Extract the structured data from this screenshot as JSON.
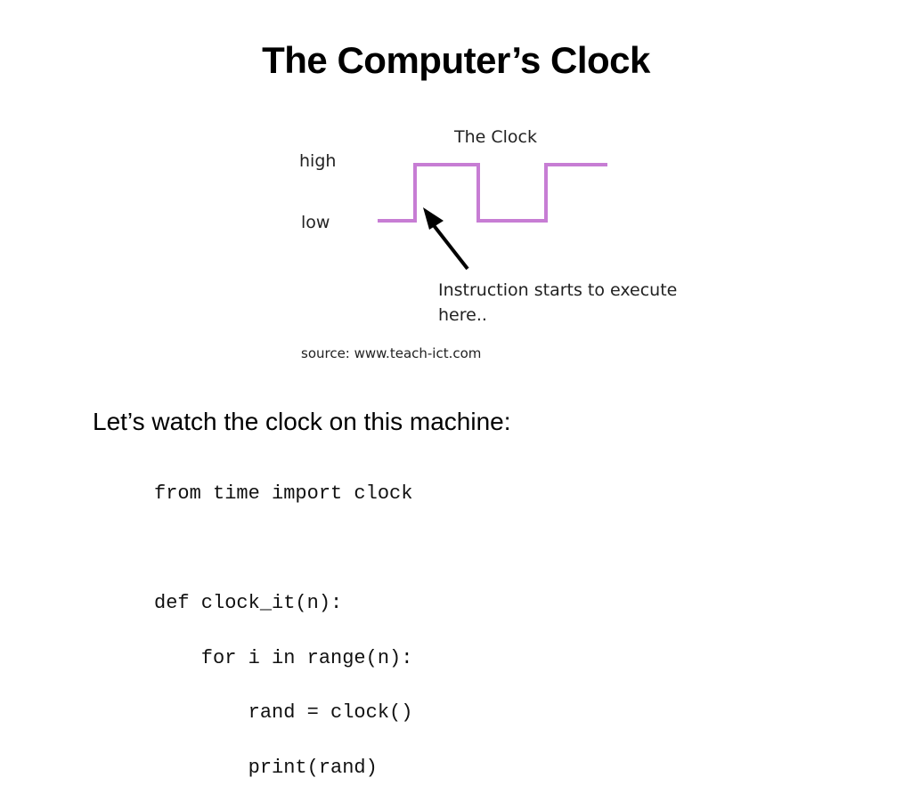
{
  "slide": {
    "title": "The Computer’s Clock"
  },
  "diagram": {
    "title": "The Clock",
    "high_label": "high",
    "low_label": "low",
    "annotation_line1": "Instruction starts to execute",
    "annotation_line2": "here..",
    "source": "source: www.teach-ict.com",
    "wave_color": "#c77dd4",
    "arrow_color": "#000000",
    "levels": [
      "low",
      "high",
      "low",
      "high"
    ]
  },
  "content": {
    "intro": "Let’s watch the clock on this machine:",
    "code_lines": [
      "from time import clock",
      "",
      "def clock_it(n):",
      "    for i in range(n):",
      "        rand = clock()",
      "        print(rand)"
    ]
  }
}
